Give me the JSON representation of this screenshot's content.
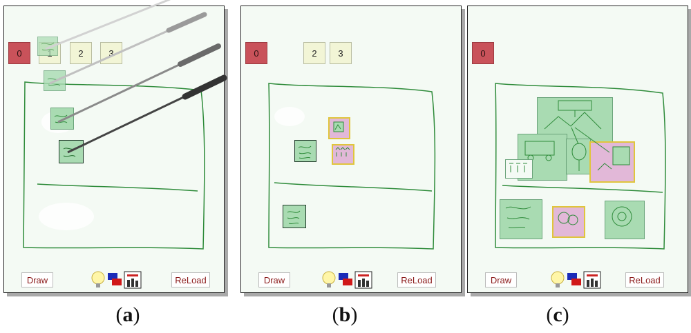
{
  "panels": [
    {
      "id": "a",
      "caption": "a",
      "page_buttons": [
        "0",
        "1",
        "2",
        "3"
      ],
      "draw_label": "Draw",
      "reload_label": "ReLoad"
    },
    {
      "id": "b",
      "caption": "b",
      "page_buttons": [
        "0",
        "2",
        "3"
      ],
      "draw_label": "Draw",
      "reload_label": "ReLoad"
    },
    {
      "id": "c",
      "caption": "c",
      "page_buttons": [
        "0"
      ],
      "draw_label": "Draw",
      "reload_label": "ReLoad"
    }
  ],
  "colors": {
    "sketch_stroke": "#2e8b3a",
    "note_fill": "#a9dbb2",
    "pink_note_fill": "#e2b8d8",
    "page_zero": "#c9525a",
    "page_other": "#f2f5d6"
  },
  "icons": [
    "lightbulb-icon",
    "color-palette-icon",
    "pen-tray-icon"
  ]
}
